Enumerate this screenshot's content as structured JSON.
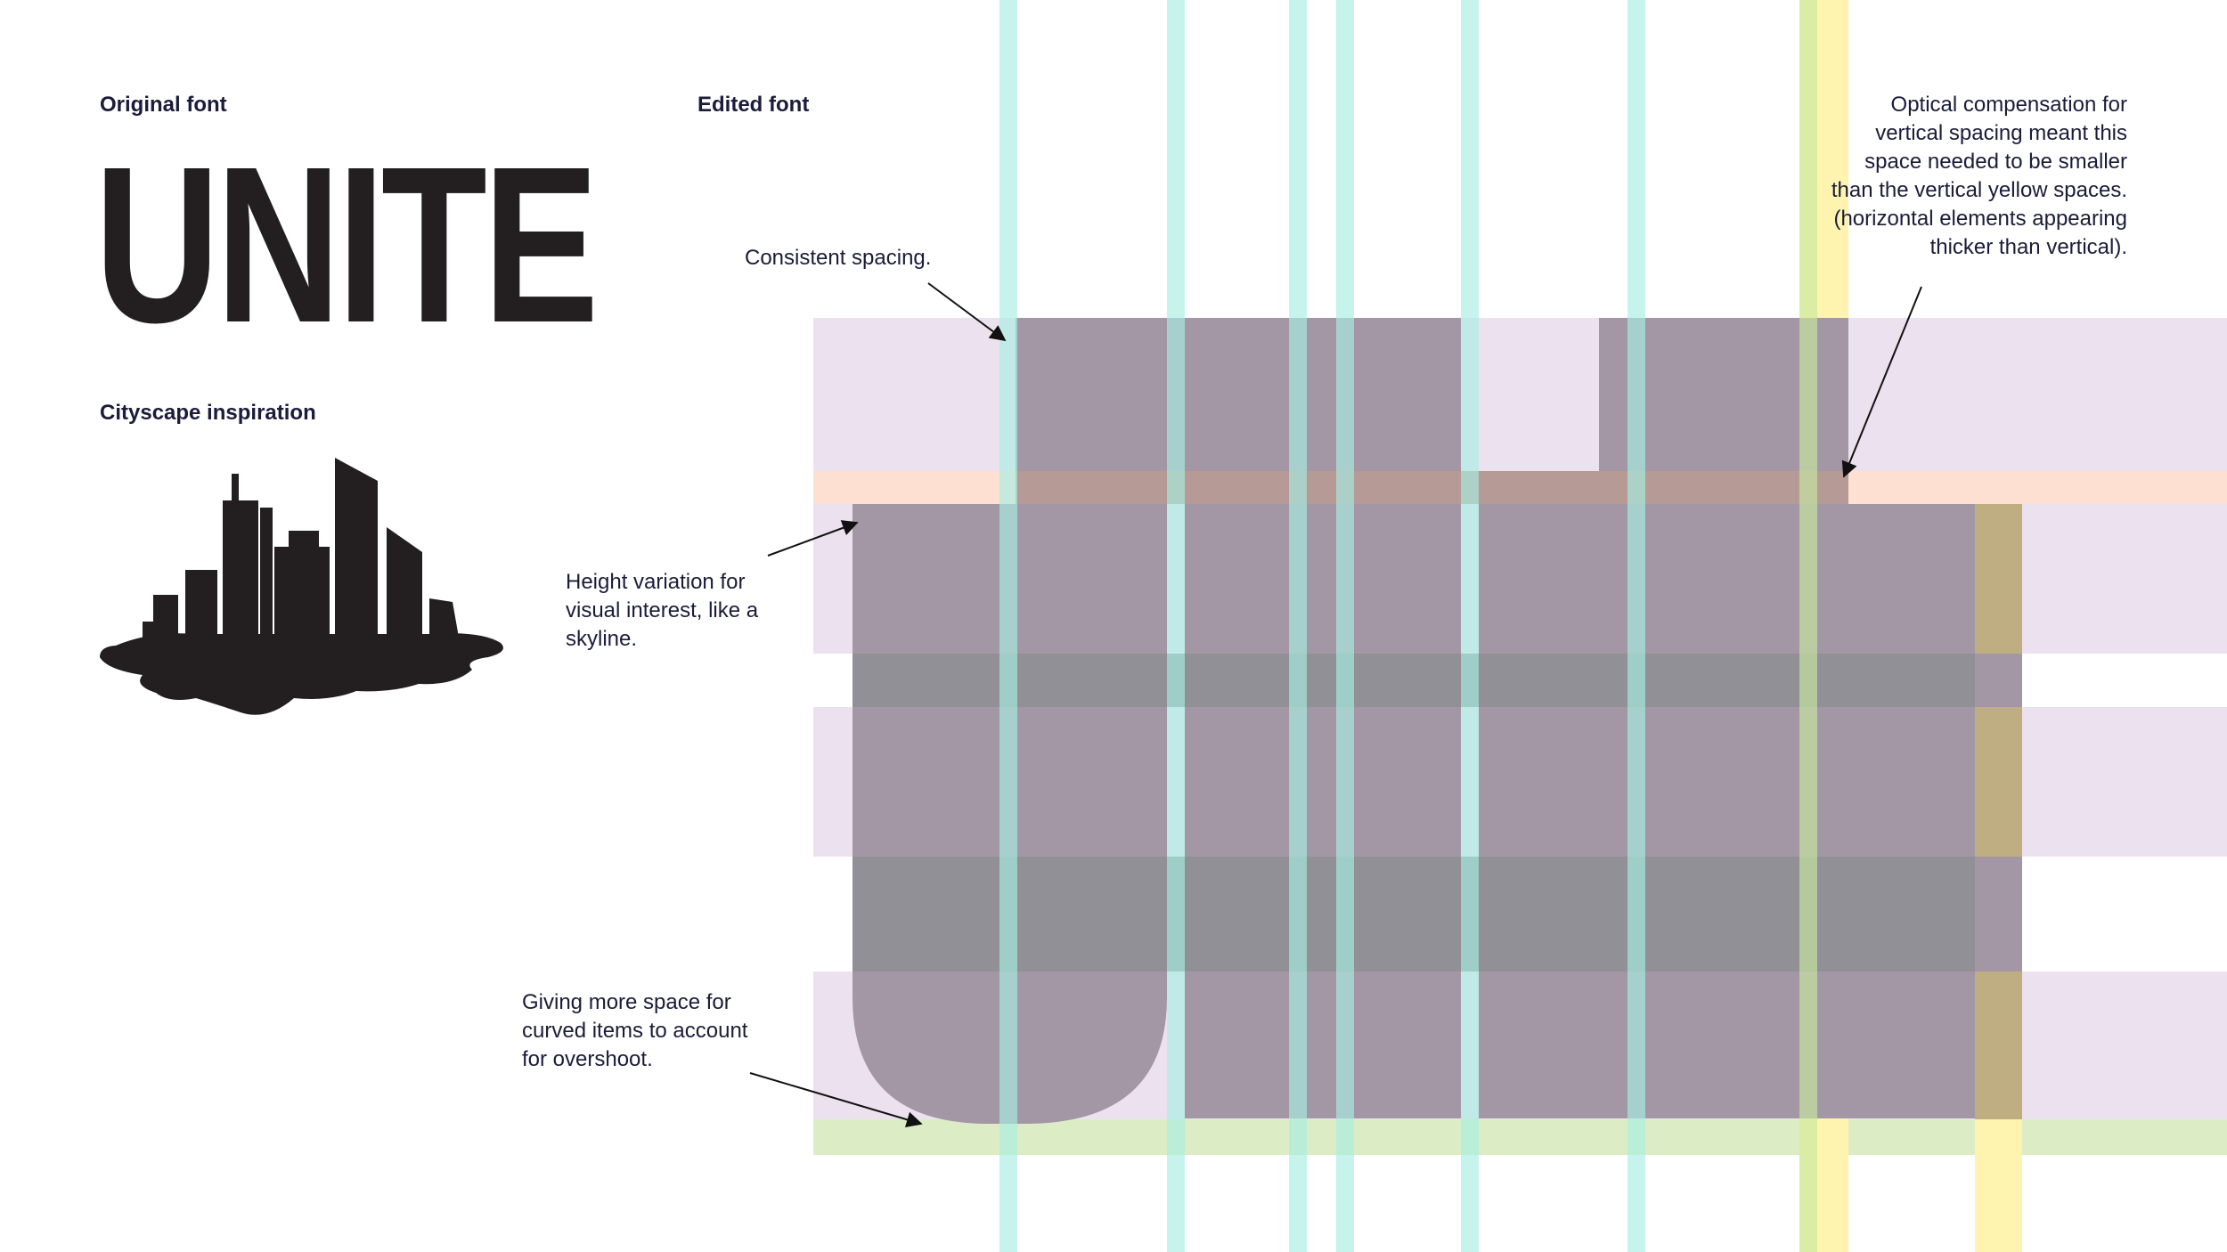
{
  "labels": {
    "original_font": "Original font",
    "edited_font": "Edited font",
    "cityscape": "Cityscape inspiration"
  },
  "original_word": "UNITE",
  "annotations": {
    "consistent_spacing": "Consistent spacing.",
    "optical_compensation": "Optical compensation for\nvertical spacing meant this\nspace needed to be smaller\nthan the vertical yellow spaces.\n(horizontal elements appearing\nthicker than vertical).",
    "height_variation": "Height variation for\nvisual interest, like a\nskyline.",
    "curved_space": "Giving more space for\ncurved items to account\nfor overshoot."
  },
  "colors": {
    "glyph_fill": "#a397a6",
    "glyph_overlap": "#909096",
    "row_band": "#ece2ef",
    "overshoot_band": "#fde0d1",
    "baseline_band": "#dcedc6",
    "column_guide": "#c5f4ec",
    "yellow_guide": "#fff3b0",
    "text": "#1a1c3a"
  }
}
